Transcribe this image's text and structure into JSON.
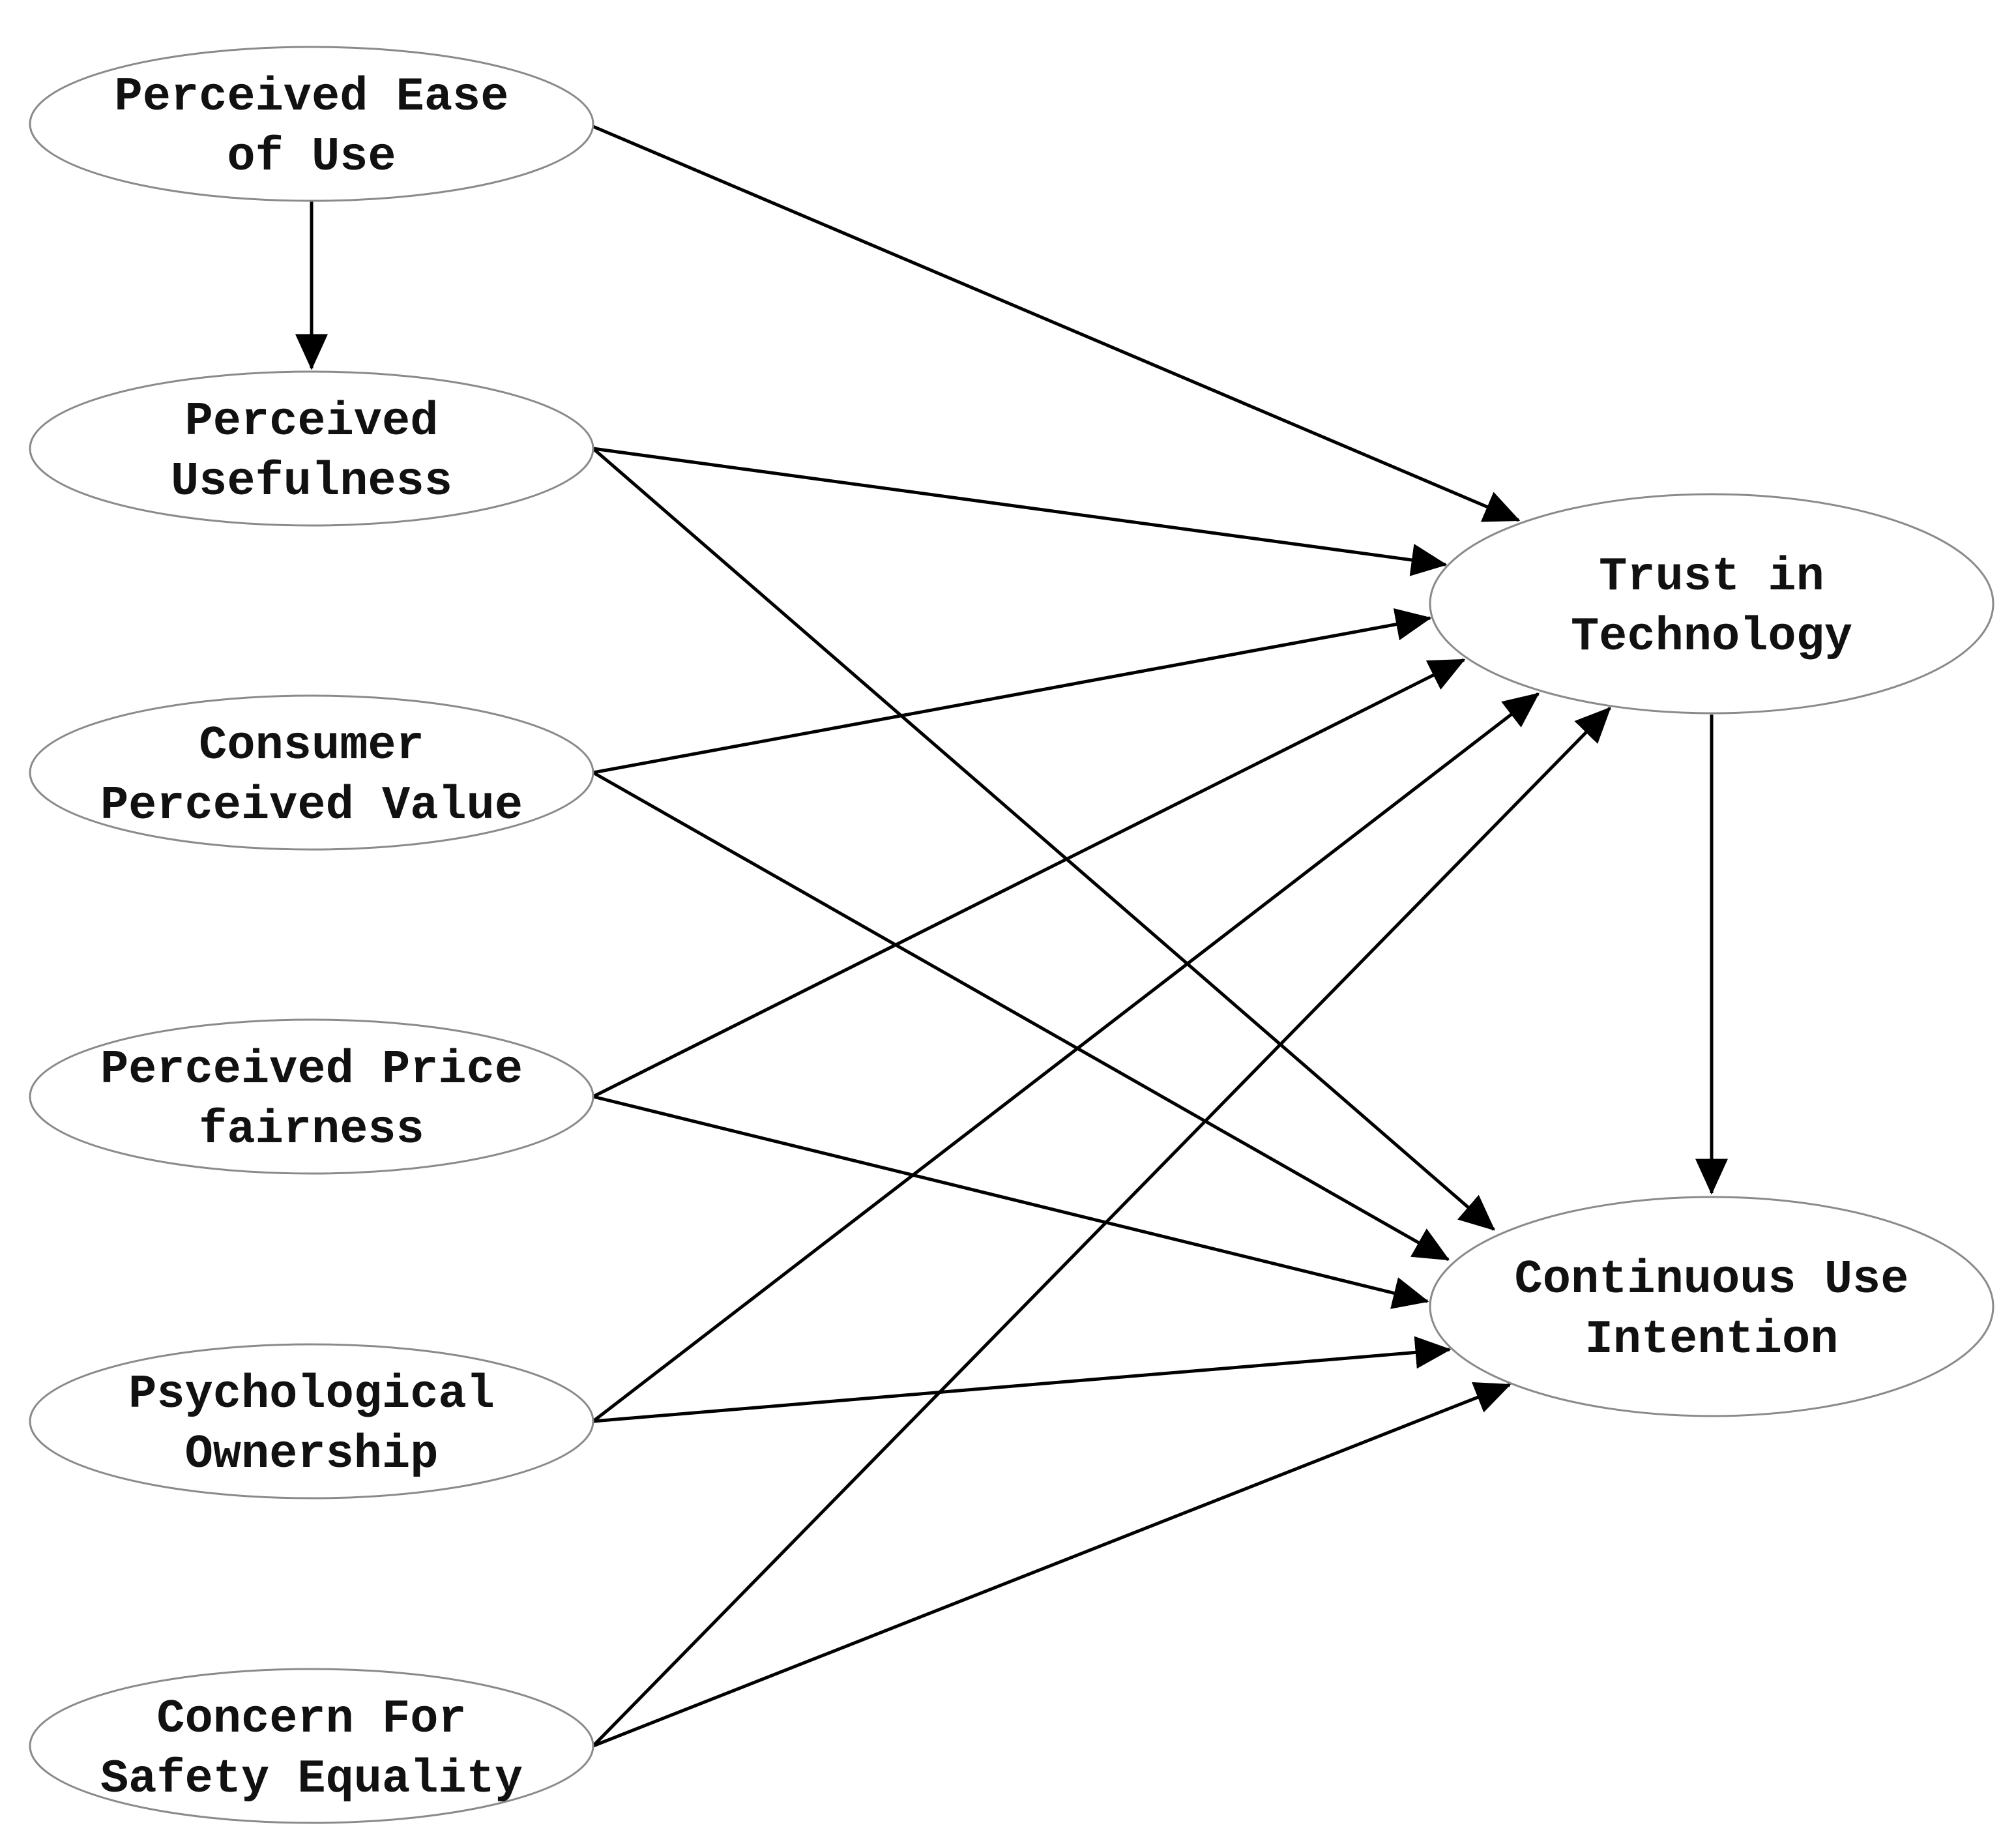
{
  "diagram": {
    "nodes": [
      {
        "id": "peou",
        "lines": [
          "Perceived Ease",
          "of Use"
        ]
      },
      {
        "id": "pu",
        "lines": [
          "Perceived",
          "Usefulness"
        ]
      },
      {
        "id": "cpv",
        "lines": [
          "Consumer",
          "Perceived Value"
        ]
      },
      {
        "id": "ppf",
        "lines": [
          "Perceived Price",
          "fairness"
        ]
      },
      {
        "id": "po",
        "lines": [
          "Psychological",
          "Ownership"
        ]
      },
      {
        "id": "cfse",
        "lines": [
          "Concern For",
          "Safety Equality"
        ]
      },
      {
        "id": "trust",
        "lines": [
          "Trust in",
          "Technology"
        ]
      },
      {
        "id": "cui",
        "lines": [
          "Continuous Use",
          "Intention"
        ]
      }
    ],
    "edges": [
      {
        "from": "peou",
        "to": "pu"
      },
      {
        "from": "peou",
        "to": "trust"
      },
      {
        "from": "pu",
        "to": "trust"
      },
      {
        "from": "pu",
        "to": "cui"
      },
      {
        "from": "cpv",
        "to": "trust"
      },
      {
        "from": "cpv",
        "to": "cui"
      },
      {
        "from": "ppf",
        "to": "trust"
      },
      {
        "from": "ppf",
        "to": "cui"
      },
      {
        "from": "po",
        "to": "trust"
      },
      {
        "from": "po",
        "to": "cui"
      },
      {
        "from": "cfse",
        "to": "trust"
      },
      {
        "from": "cfse",
        "to": "cui"
      },
      {
        "from": "trust",
        "to": "cui"
      }
    ],
    "colors": {
      "edge": "#000000",
      "node_border": "#8a8a8a",
      "text": "#111111"
    }
  }
}
